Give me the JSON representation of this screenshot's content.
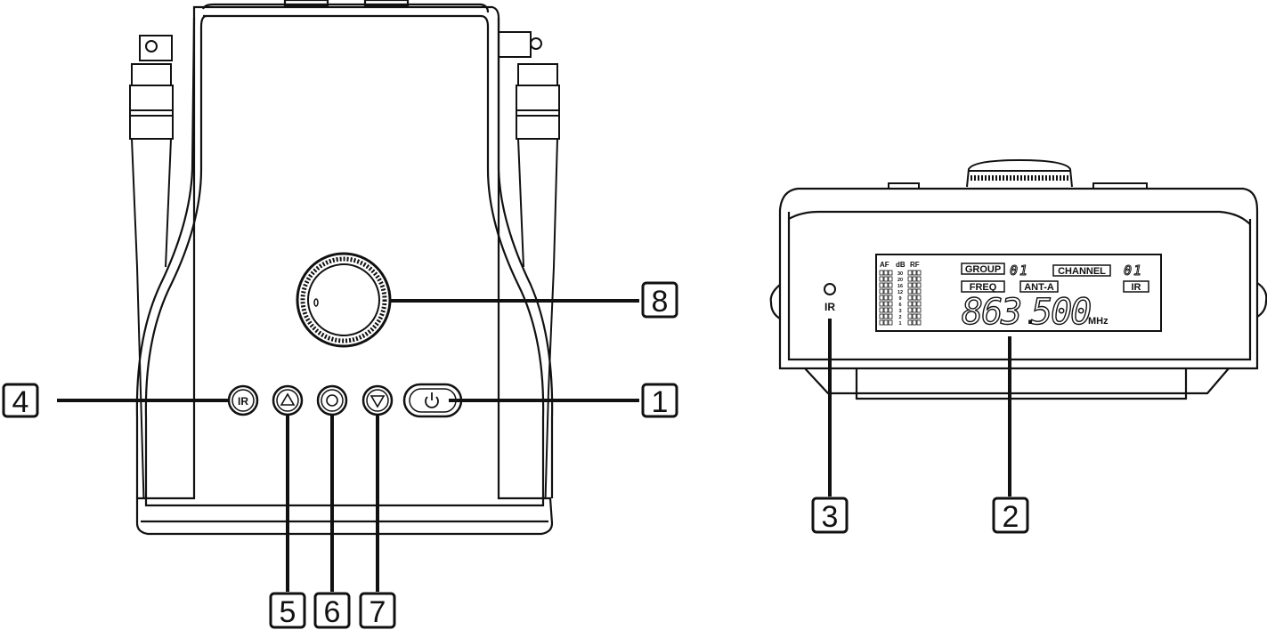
{
  "callouts": {
    "c1": "1",
    "c2": "2",
    "c3": "3",
    "c4": "4",
    "c5": "5",
    "c6": "6",
    "c7": "7",
    "c8": "8"
  },
  "front_panel": {
    "ir_button_label": "IR"
  },
  "top_panel": {
    "ir_sensor_label": "IR",
    "lcd": {
      "af_label": "AF",
      "db_label": "dB",
      "rf_label": "RF",
      "db_scale": [
        "30",
        "20",
        "16",
        "12",
        "9",
        "6",
        "3",
        "2",
        "1"
      ],
      "group_label": "GROUP",
      "group_value": "01",
      "channel_label": "CHANNEL",
      "channel_value": "01",
      "freq_label": "FREQ",
      "antenna_label": "ANT-A",
      "ir_indicator": "IR",
      "frequency_int": "863",
      "frequency_sep": ".",
      "frequency_dec": "500",
      "frequency_unit": "MHz"
    }
  }
}
